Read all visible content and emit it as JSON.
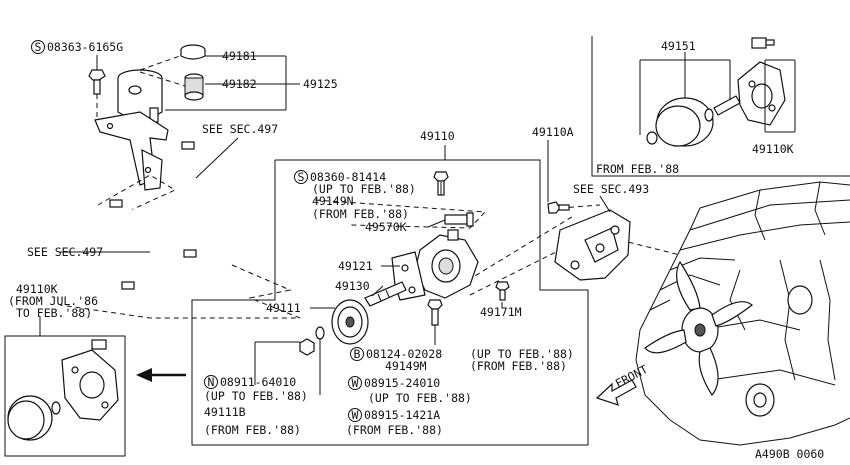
{
  "labels": {
    "s_08363": "08363-6165G",
    "p49181": "49181",
    "p49182": "49182",
    "p49125": "49125",
    "see497a": "SEE SEC.497",
    "see497b": "SEE SEC.497",
    "p49110": "49110",
    "p49110a": "49110A",
    "see493": "SEE SEC.493",
    "p49151": "49151",
    "p49110k_r": "49110K",
    "from_feb88_r": "FROM FEB.'88",
    "s_08360": "08360-81414",
    "up_to_feb88_a": "(UP TO FEB.'88)",
    "p49149n": "49149N",
    "from_feb88_a": "(FROM FEB.'88)",
    "p49570k": "49570K",
    "p49121": "49121",
    "p49130": "49130",
    "p49111": "49111",
    "p49171m": "49171M",
    "p49110k_l": "49110K",
    "from_jul86": "(FROM JUL.'86",
    "to_feb88": "TO FEB.'88)",
    "b_08124": "08124-02028",
    "up_to_feb88_b": "(UP TO FEB.'88)",
    "p49149m": "49149M",
    "from_feb88_b": "(FROM FEB.'88)",
    "n_08911": "08911-64010",
    "up_to_feb88_c": "(UP TO FEB.'88)",
    "p49111b": "49111B",
    "from_feb88_c": "(FROM FEB.'88)",
    "w_08915a": "08915-24010",
    "up_to_feb88_d": "(UP TO FEB.'88)",
    "w_08915b": "08915-1421A",
    "from_feb88_d": "(FROM FEB.'88)",
    "front": "FRONT",
    "code": "A490B 0060"
  },
  "markers": {
    "s": "S",
    "b": "B",
    "n": "N",
    "w": "W"
  }
}
